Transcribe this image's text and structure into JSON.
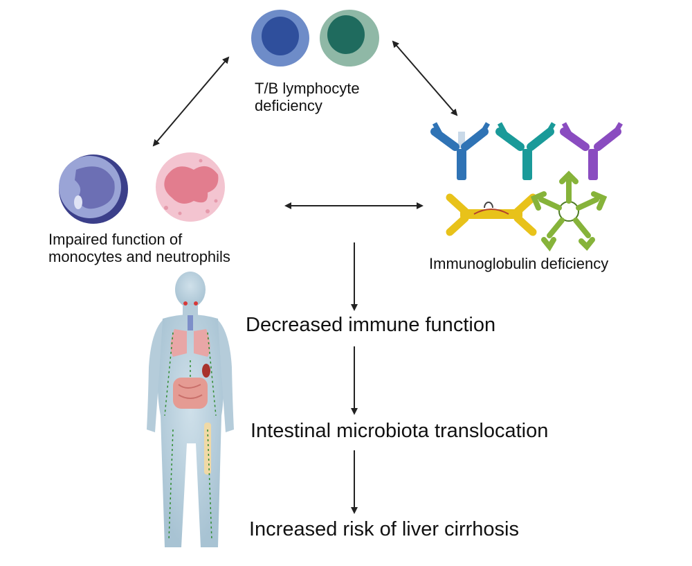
{
  "nodes": {
    "lymphocyte_line1": "T/B lymphocyte",
    "lymphocyte_line2": "deficiency",
    "monocyte_line1": "Impaired function of",
    "monocyte_line2": "monocytes and neutrophils",
    "immunoglobulin": "Immunoglobulin deficiency"
  },
  "flow": {
    "step1": "Decreased immune function",
    "step2": "Intestinal microbiota translocation",
    "step3": "Increased risk of liver cirrhosis"
  },
  "colors": {
    "b_cell": "#2f4f9c",
    "t_cell": "#1f6b5e",
    "antibody_blue": "#2f73b5",
    "antibody_teal": "#1a9a99",
    "antibody_purple": "#8a4cc0",
    "antibody_yellow": "#e8c21a",
    "antibody_green": "#86b33a",
    "lymph_green": "#2e8b2e"
  }
}
